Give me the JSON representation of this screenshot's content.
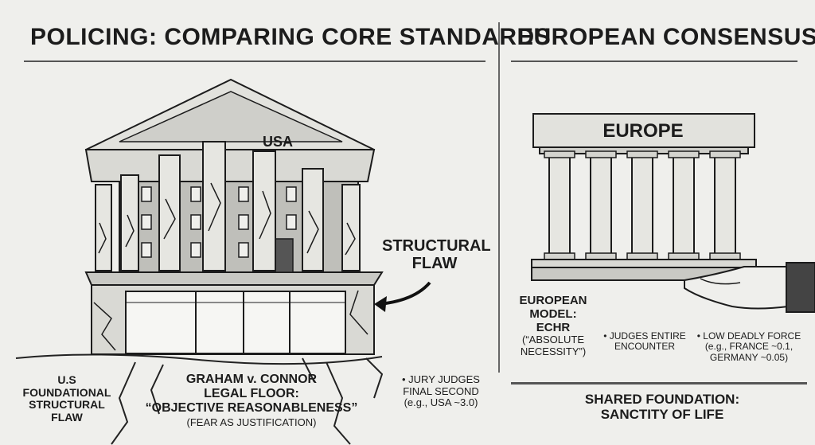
{
  "left_panel": {
    "title_strong": "POLICING:",
    "title_rest": "COMPARING CORE STANDARDS",
    "building_label": "USA",
    "structural_flaw_label": "STRUCTURAL FLAW",
    "foundation_label_lines": [
      "U.S",
      "FOUNDATIONAL",
      "STRUCTURAL",
      "FLAW"
    ],
    "legal_floor_lines": [
      "GRAHAM v. CONNOR",
      "LEGAL FLOOR:",
      "“OBJECTIVE REASONABLENESS”"
    ],
    "legal_floor_note": "(FEAR AS JUSTIFICATION)",
    "jury_lines": [
      "• JURY JUDGES",
      "FINAL SECOND",
      "(e.g., USA ~3.0)"
    ]
  },
  "right_panel": {
    "title": "EUROPEAN CONSENSUS",
    "building_label": "EUROPE",
    "model_lines": [
      "EUROPEAN",
      "MODEL:",
      "ECHR"
    ],
    "model_note_lines": [
      "(“ABSOLUTE",
      "NECESSITY”)"
    ],
    "judges_lines": [
      "• JUDGES ENTIRE",
      "ENCOUNTER"
    ],
    "deadly_force_lines": [
      "• LOW DEADLY FORCE",
      "(e.g., FRANCE ~0.1,",
      "GERMANY ~0.05)"
    ],
    "shared_foundation_lines": [
      "SHARED FOUNDATION:",
      "SANCTITY OF LIFE"
    ]
  },
  "colors": {
    "paper": "#efefec",
    "ink": "#1c1c1c",
    "stone": "#d9d9d4",
    "shadow": "#8d8d88"
  }
}
